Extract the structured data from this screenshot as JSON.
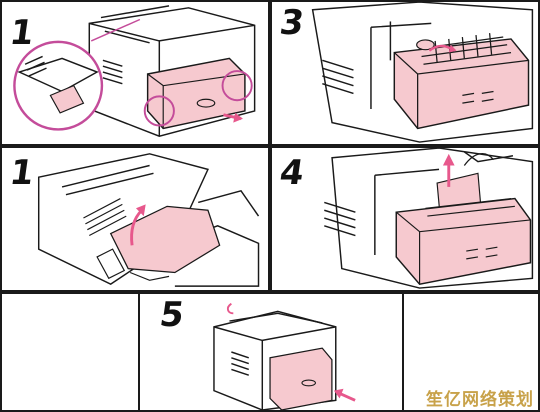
{
  "steps": [
    {
      "number": "1"
    },
    {
      "number": "3"
    },
    {
      "number": "1"
    },
    {
      "number": "4"
    },
    {
      "number": "5"
    }
  ],
  "watermark": "笙亿网络策划",
  "colors": {
    "line": "#1a1a1a",
    "paper_highlight": "#f6c9cf",
    "callout_circle": "#c44c9a",
    "watermark": "#c8a24a"
  }
}
